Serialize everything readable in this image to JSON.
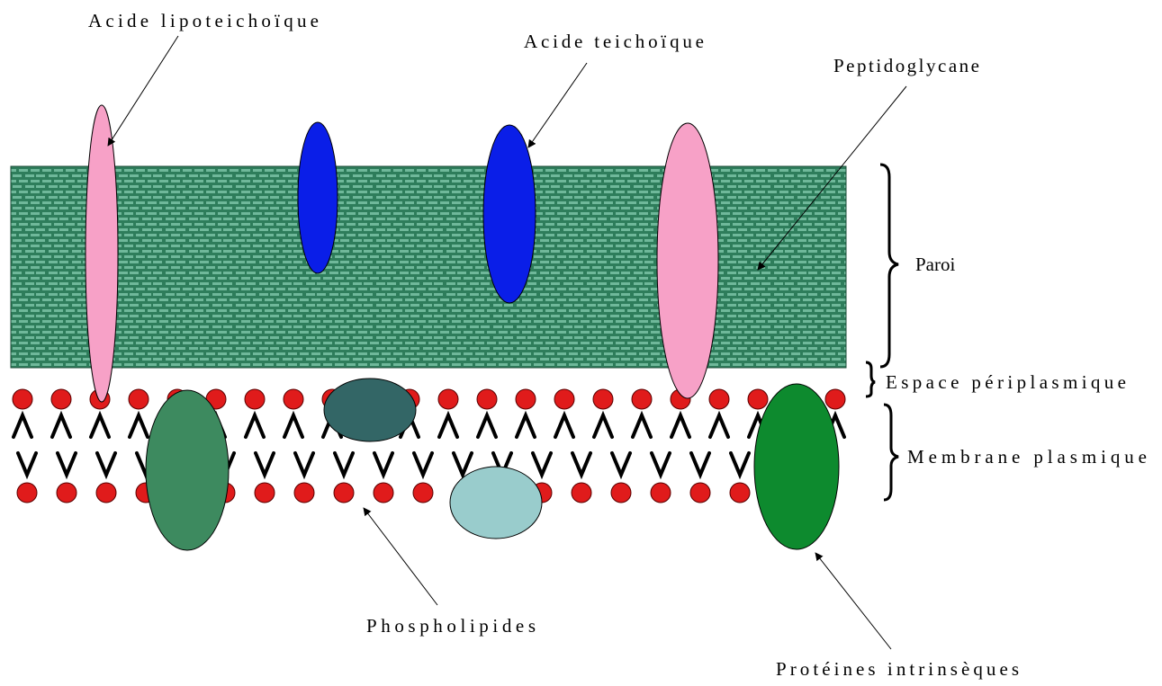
{
  "labels": {
    "lipoteichoic": "Acide lipoteichoïque",
    "teichoic": "Acide teichoïque",
    "peptidoglycan": "Peptidoglycane",
    "wall": "Paroi",
    "periplasmic": "Espace périplasmique",
    "membrane": "Membrane plasmique",
    "phospholipids": "Phospholipides",
    "proteins": "Protéines intrinsèques"
  },
  "colors": {
    "wall_fill": "#2e7d5b",
    "wall_pattern": "#6fb89a",
    "lipid_head": "#e01b1b",
    "pink": "#f7a1c7",
    "blue": "#0a1ee8",
    "protein_green_1": "#3d8a5f",
    "protein_teal": "#336666",
    "protein_light": "#99cccc",
    "protein_green_2": "#0d8a2e"
  }
}
